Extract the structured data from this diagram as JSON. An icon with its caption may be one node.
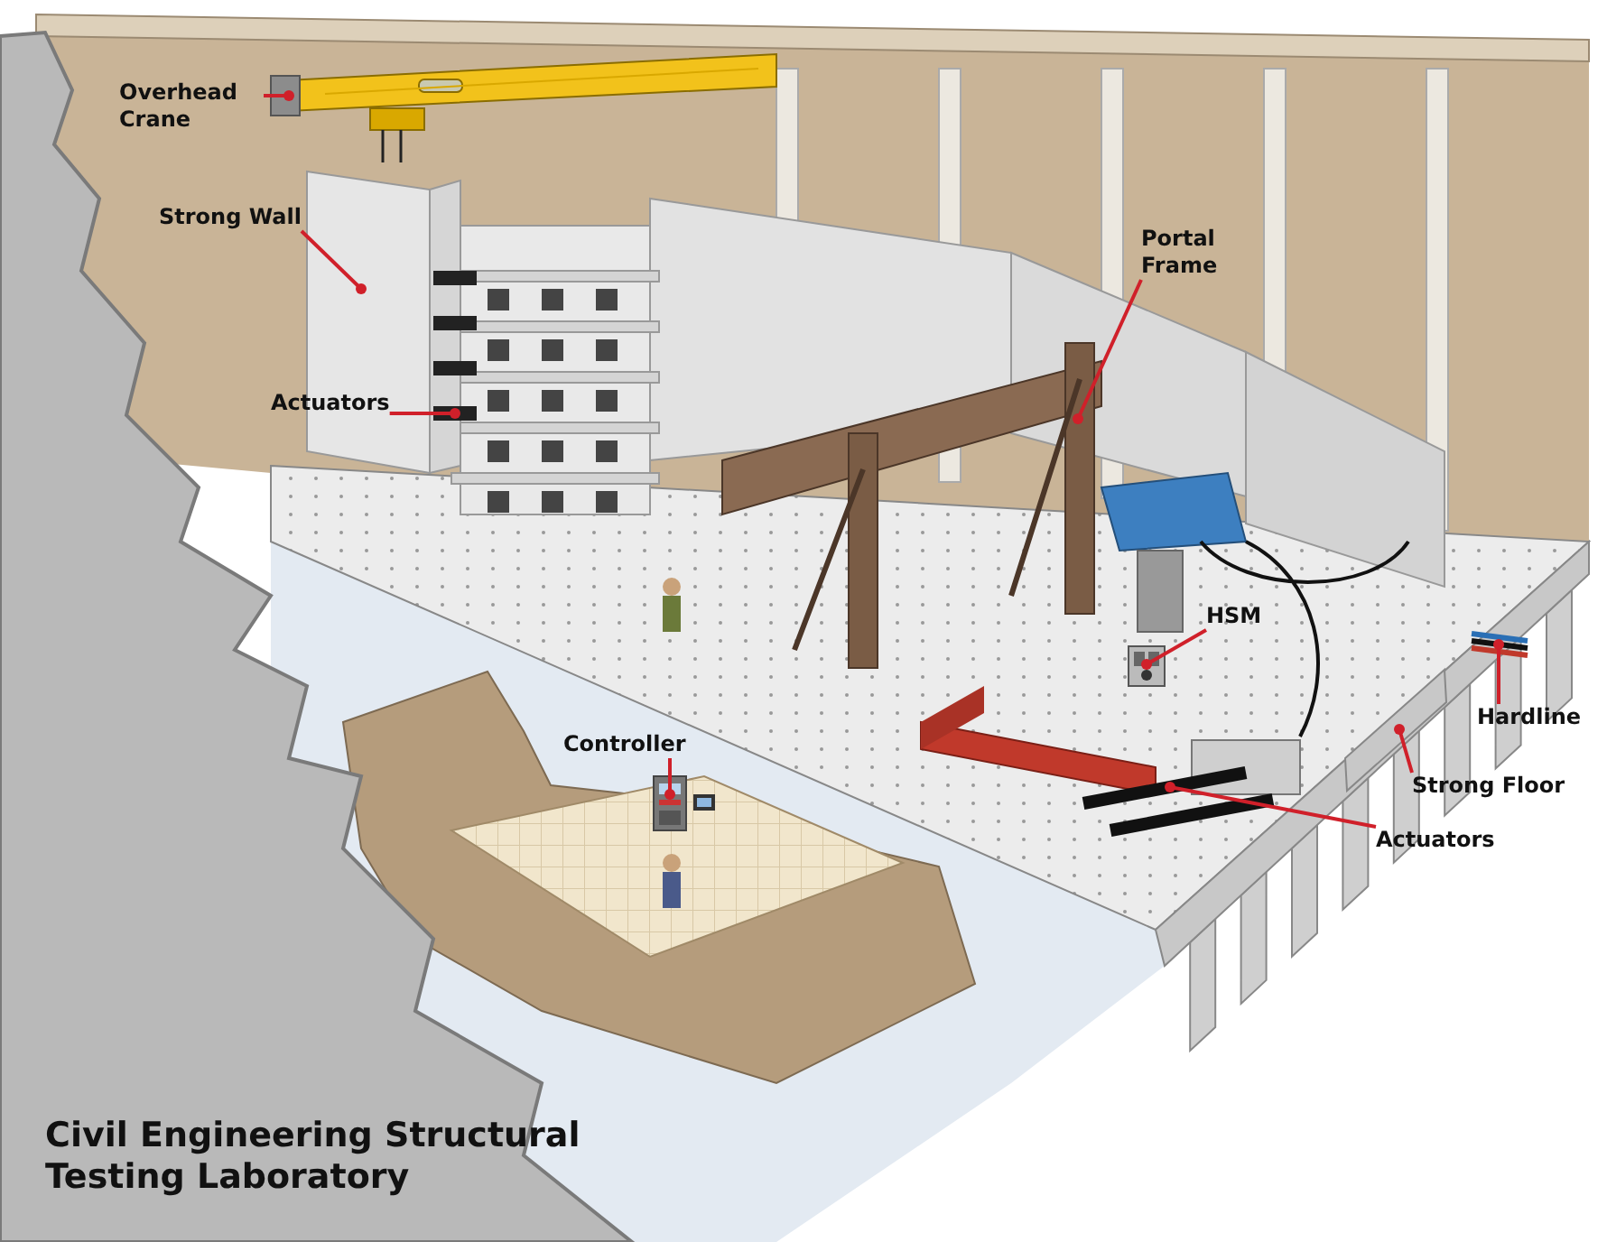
{
  "diagram": {
    "title": "Civil Engineering Structural Testing Laboratory",
    "nodes": [
      {
        "text": [
          "Overhead Crane"
        ]
      },
      {
        "text": [],
        "shape": "picture"
      },
      {
        "text": [
          "Strong Wall"
        ]
      },
      {
        "text": [],
        "shape": "picture"
      },
      {
        "text": [
          "Portal Frame"
        ]
      },
      {
        "text": [],
        "shape": "picture"
      },
      {
        "text": [
          "Actuators"
        ]
      },
      {
        "text": [],
        "shape": "picture"
      },
      {
        "text": [
          "Controller"
        ]
      },
      {
        "text": [],
        "shape": "picture"
      },
      {
        "text": [
          "HSM"
        ]
      },
      {
        "text": [],
        "shape": "picture"
      },
      {
        "text": [
          "Hardline"
        ]
      },
      {
        "text": [],
        "shape": "picture"
      },
      {
        "text": [
          "Strong Floor"
        ]
      },
      {
        "text": [],
        "shape": "picture"
      },
      {
        "text": [
          "Actuators"
        ]
      },
      {
        "text": [],
        "shape": "picture"
      }
    ],
    "edges": [
      {
        "from": 0,
        "to": 1,
        "arrow": "other"
      },
      {
        "from": 2,
        "to": 3,
        "arrow": "other"
      },
      {
        "from": 4,
        "to": 5,
        "arrow": "other"
      },
      {
        "from": 6,
        "to": 7,
        "arrow": "other"
      },
      {
        "from": 8,
        "to": 9,
        "arrow": "other"
      },
      {
        "from": 10,
        "to": 11,
        "arrow": "other"
      },
      {
        "from": 12,
        "to": 13,
        "arrow": "other"
      },
      {
        "from": 14,
        "to": 15,
        "arrow": "other"
      },
      {
        "from": 16,
        "to": 17,
        "arrow": "other"
      }
    ]
  }
}
